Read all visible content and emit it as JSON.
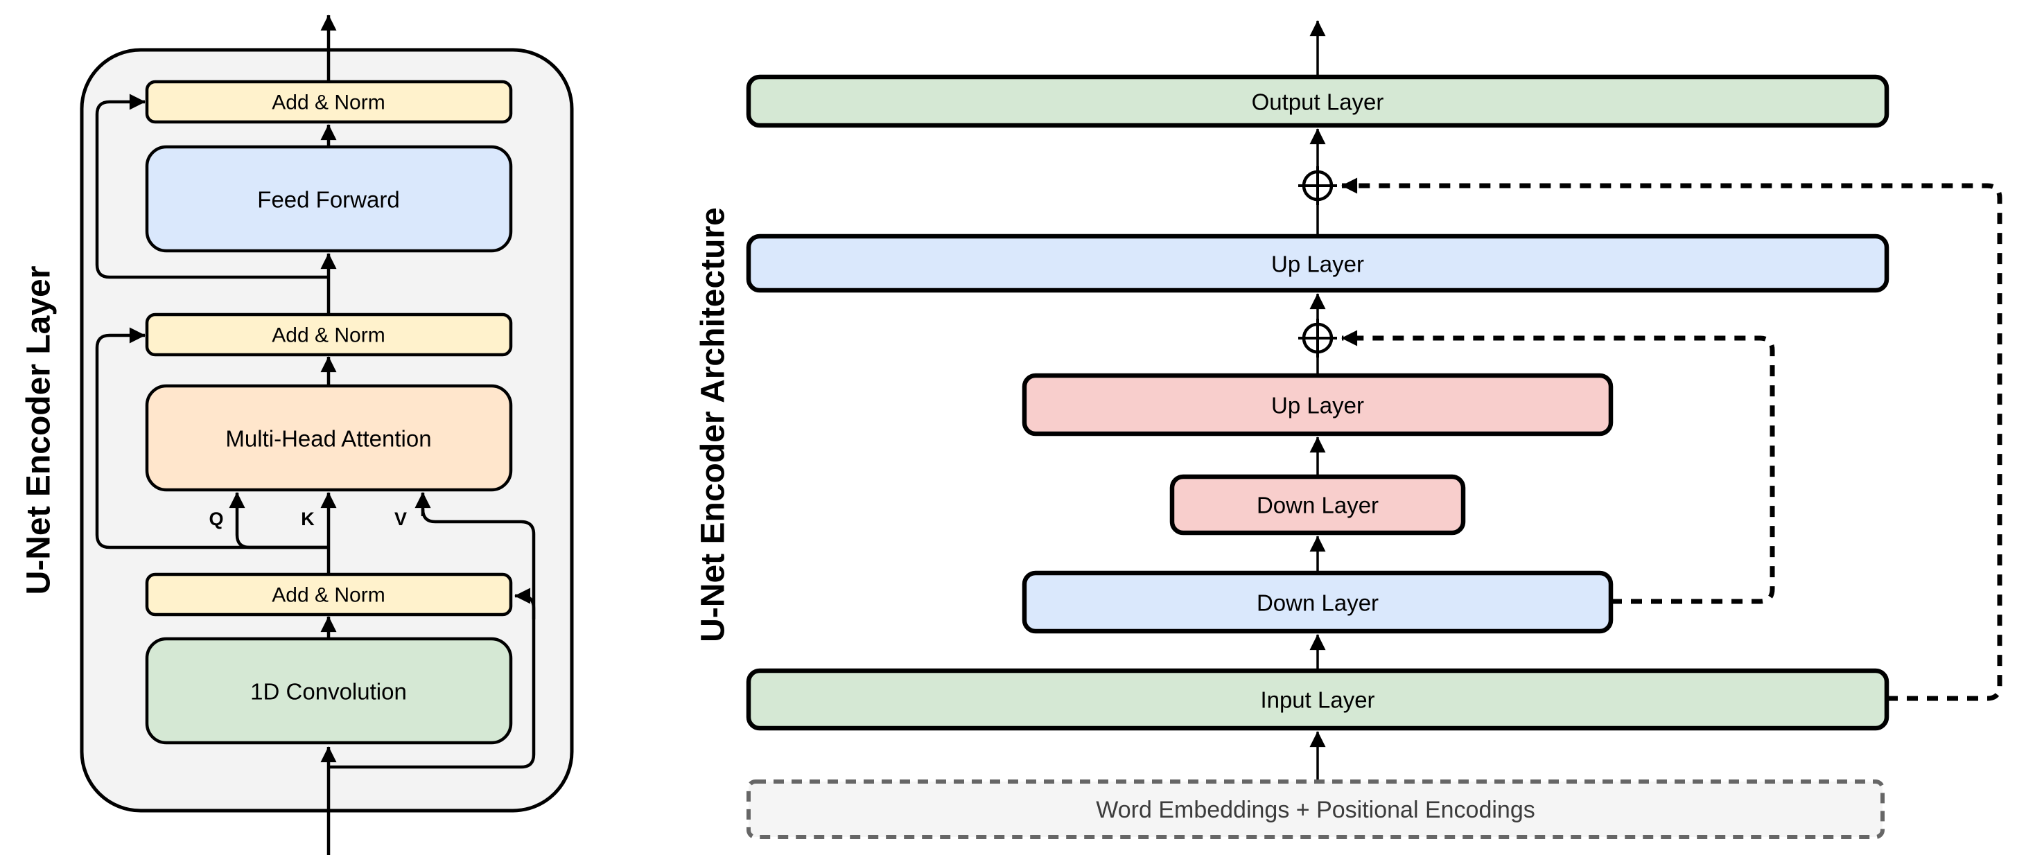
{
  "diagram": {
    "left": {
      "title": "U-Net Encoder Layer",
      "blocks": {
        "add_norm": "Add & Norm",
        "feed_forward": "Feed Forward",
        "attention": "Multi-Head Attention",
        "convolution": "1D Convolution"
      },
      "attention_inputs": {
        "q": "Q",
        "k": "K",
        "v": "V"
      }
    },
    "right": {
      "title": "U-Net Encoder Architecture",
      "layers": [
        {
          "label": "Output Layer"
        },
        {
          "label": "Up Layer"
        },
        {
          "label": "Up Layer"
        },
        {
          "label": "Down Layer"
        },
        {
          "label": "Down Layer"
        },
        {
          "label": "Input Layer"
        }
      ],
      "embeddings": "Word Embeddings + Positional Encodings"
    },
    "colors": {
      "green": "#D5E8D4",
      "blue": "#DAE8FC",
      "pink": "#F8CECC",
      "yellow": "#FFF2CC",
      "orange": "#FFE6CC",
      "container_fill": "#F3F3F3",
      "embeddings_fill": "#F5F5F5",
      "embeddings_border": "#666666",
      "line": "#000000"
    }
  }
}
